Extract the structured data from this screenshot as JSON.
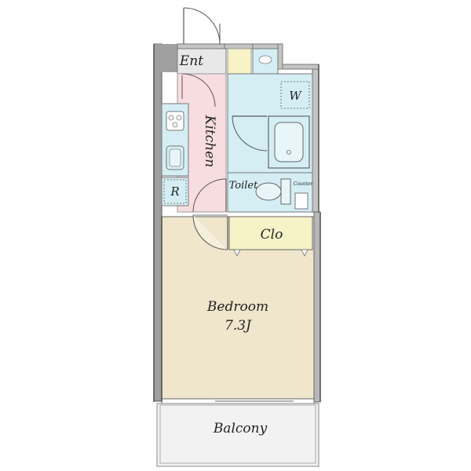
{
  "rooms": {
    "entrance": "Ent",
    "kitchen": "Kitchen",
    "refrigerator": "R",
    "washer": "W",
    "toilet": "Toilet",
    "counter": "Counter",
    "closet": "Clo",
    "bedroom": "Bedroom",
    "bedroom_size": "7.3J",
    "balcony": "Balcony"
  },
  "colors": {
    "wall": "#a0a0a0",
    "entrance": "#e8e8e8",
    "kitchen": "#f8dde0",
    "wet_area": "#d4eef4",
    "closet": "#f6f3c8",
    "bedroom": "#efe6cc",
    "balcony": "#f2f2f2",
    "shoe_box": "#f7f3c6"
  }
}
